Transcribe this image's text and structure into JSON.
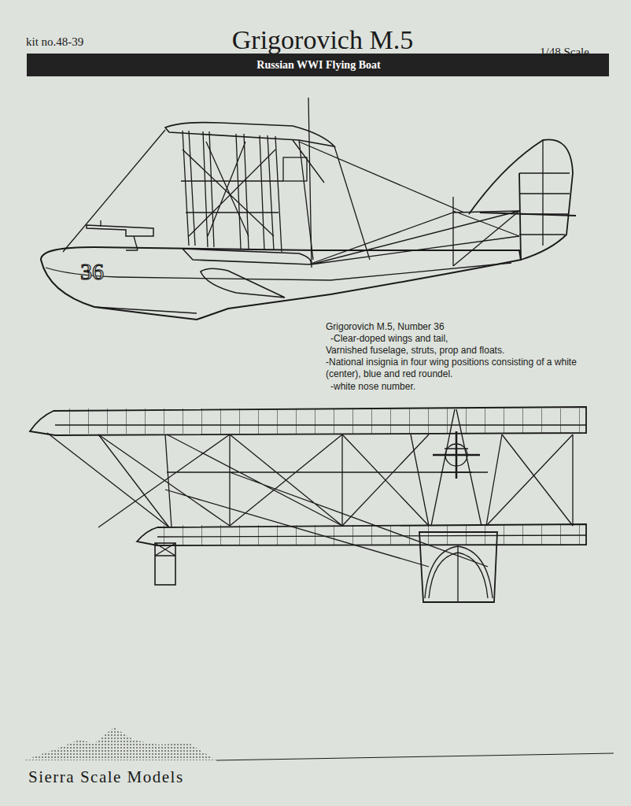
{
  "diagram": {
    "title": "Grigorovich M.5",
    "labels": [
      "kit no.48-39",
      "1/48 Scale",
      "Russian WWI Flying Boat",
      "36",
      "Grigorovich M.5, Number 36",
      "-Clear-doped wings and tail,",
      "Varnished fuselage, struts, prop  and floats.",
      "-National insignia in four wing positions consisting of a white (center), blue and red roundel.",
      "-white nose number.",
      "Sierra Scale Models"
    ]
  }
}
